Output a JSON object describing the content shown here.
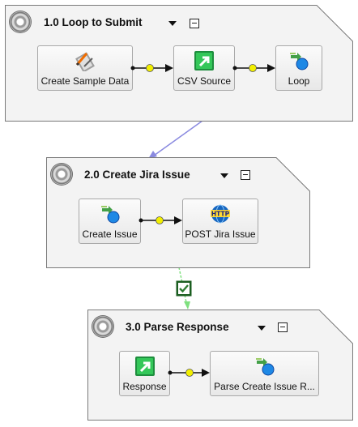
{
  "colors": {
    "container_fill": "#f3f3f3",
    "container_stroke": "#7a7a7a",
    "connector": "#111111",
    "connector_dot": "#f2ef00",
    "flow_failure_link": "#8a8ae0",
    "flow_success_link": "#7fe07f",
    "success_badge": "#2e7d32"
  },
  "containers": [
    {
      "title": "1.0 Loop to Submit",
      "nodes": [
        {
          "label": "Create Sample Data",
          "icon": "wrench-pencil-icon"
        },
        {
          "label": "CSV Source",
          "icon": "green-arrow-icon"
        },
        {
          "label": "Loop",
          "icon": "globe-arrows-icon"
        }
      ]
    },
    {
      "title": "2.0 Create Jira Issue",
      "nodes": [
        {
          "label": "Create Issue",
          "icon": "globe-arrows-icon"
        },
        {
          "label": "POST Jira Issue",
          "icon": "http-request-icon"
        }
      ]
    },
    {
      "title": "3.0 Parse Response",
      "nodes": [
        {
          "label": "Response",
          "icon": "green-arrow-icon"
        },
        {
          "label": "Parse Create Issue R...",
          "icon": "globe-arrows-icon"
        }
      ]
    }
  ],
  "links": [
    {
      "from": "1.0 Loop to Submit",
      "to": "2.0 Create Jira Issue",
      "badge": "failure-icon"
    },
    {
      "from": "2.0 Create Jira Issue",
      "to": "3.0 Parse Response",
      "badge": "success-check-icon"
    }
  ]
}
